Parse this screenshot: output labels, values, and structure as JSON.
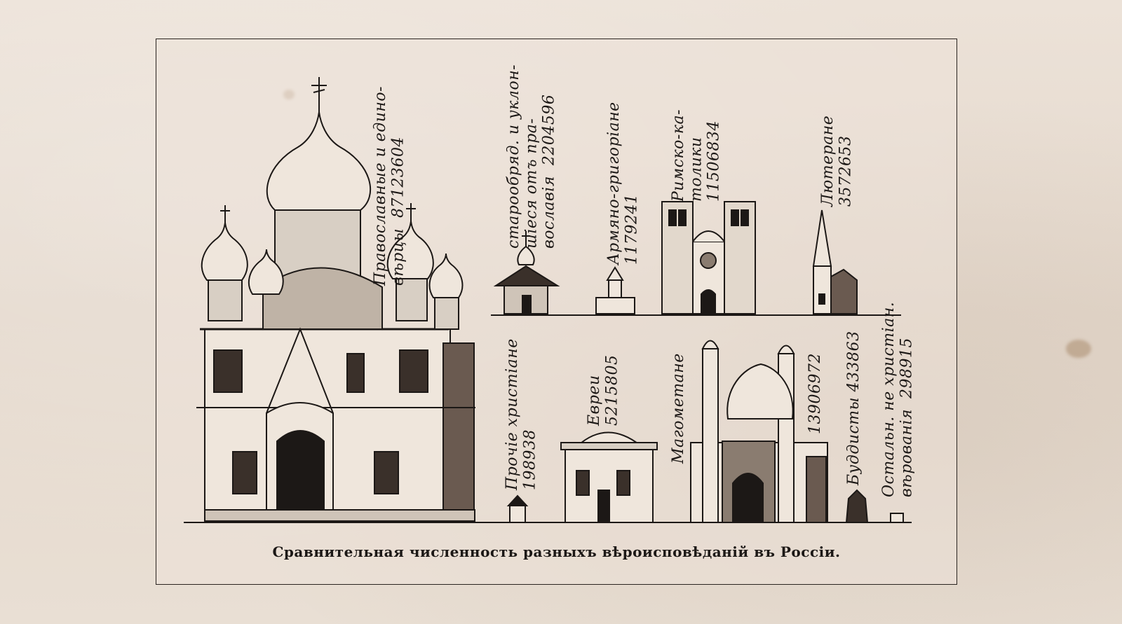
{
  "chart_data": {
    "type": "pictogram",
    "title": "Сравнительная численность разныхъ вѣроисповѣданій въ Россіи.",
    "series": [
      {
        "label": "православные и единовѣрцы",
        "value": 87123604
      },
      {
        "label": "старообряд. и уклон. отъ православія",
        "value": 2204596
      },
      {
        "label": "Армяно-григоріане",
        "value": 1179241
      },
      {
        "label": "Римско-католики",
        "value": 11506834
      },
      {
        "label": "Лютеране",
        "value": 3572653
      },
      {
        "label": "Прочіе христіане",
        "value": 198938
      },
      {
        "label": "Евреи",
        "value": 5215805
      },
      {
        "label": "Магометане",
        "value": 13906972
      },
      {
        "label": "Буддисты",
        "value": 433863
      },
      {
        "label": "Остальн. не христіан. вѣрованія",
        "value": 298915
      }
    ]
  },
  "labels": {
    "orthodox": "Православные и едино-\nвѣрцы  87123604",
    "oldbelievers": "старообряд. и уклон-\nшіеся отъ пра-\nвославія  2204596",
    "armenian": "Армяно-григоріане\n1179241",
    "catholic": "Римско-ка-\nтолики\n11506834",
    "lutheran": "Лютеране\n3572653",
    "otherchristian": "Прочіе христiане\n198938",
    "jews": "Евреи\n5215805",
    "muslims": "Магометане",
    "muslims_value": "13906972",
    "buddhists": "Буддисты 433863",
    "othernonchristian": "Остальн. не христіан.\nвѣрованія  298915"
  }
}
